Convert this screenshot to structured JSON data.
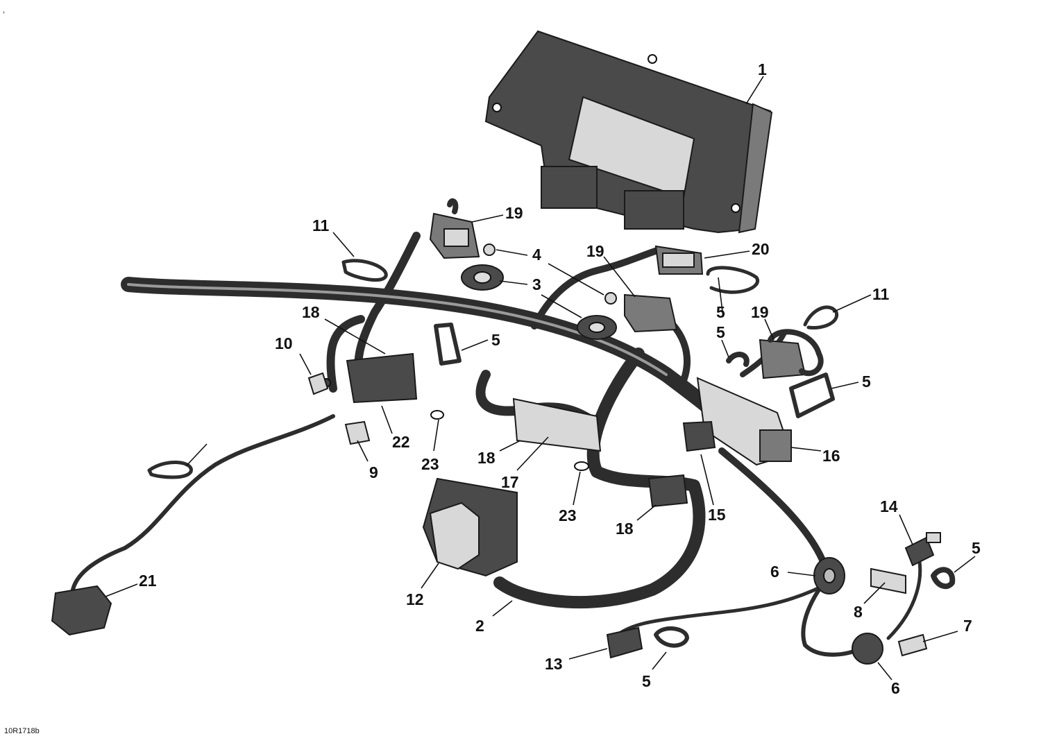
{
  "drawing": {
    "reference_code": "10R1718b",
    "corner_mark": ","
  },
  "callouts": [
    {
      "id": "c1",
      "number": "1"
    },
    {
      "id": "c19a",
      "number": "19"
    },
    {
      "id": "c11a",
      "number": "11"
    },
    {
      "id": "c4",
      "number": "4"
    },
    {
      "id": "c19b",
      "number": "19"
    },
    {
      "id": "c20",
      "number": "20"
    },
    {
      "id": "c3",
      "number": "3"
    },
    {
      "id": "c11b",
      "number": "11"
    },
    {
      "id": "c18a",
      "number": "18"
    },
    {
      "id": "c19c",
      "number": "19"
    },
    {
      "id": "c5a",
      "number": "5"
    },
    {
      "id": "c10",
      "number": "10"
    },
    {
      "id": "c5b",
      "number": "5"
    },
    {
      "id": "c5c",
      "number": "5"
    },
    {
      "id": "c5d",
      "number": "5"
    },
    {
      "id": "c22",
      "number": "22"
    },
    {
      "id": "c23a",
      "number": "23"
    },
    {
      "id": "c9",
      "number": "9"
    },
    {
      "id": "c18b",
      "number": "18"
    },
    {
      "id": "c16",
      "number": "16"
    },
    {
      "id": "c17",
      "number": "17"
    },
    {
      "id": "c23b",
      "number": "23"
    },
    {
      "id": "c15",
      "number": "15"
    },
    {
      "id": "c18c",
      "number": "18"
    },
    {
      "id": "c14",
      "number": "14"
    },
    {
      "id": "c5e",
      "number": "5"
    },
    {
      "id": "c6a",
      "number": "6"
    },
    {
      "id": "c21",
      "number": "21"
    },
    {
      "id": "c12",
      "number": "12"
    },
    {
      "id": "c8",
      "number": "8"
    },
    {
      "id": "c2",
      "number": "2"
    },
    {
      "id": "c7",
      "number": "7"
    },
    {
      "id": "c13",
      "number": "13"
    },
    {
      "id": "c5f",
      "number": "5"
    },
    {
      "id": "c6b",
      "number": "6"
    }
  ]
}
